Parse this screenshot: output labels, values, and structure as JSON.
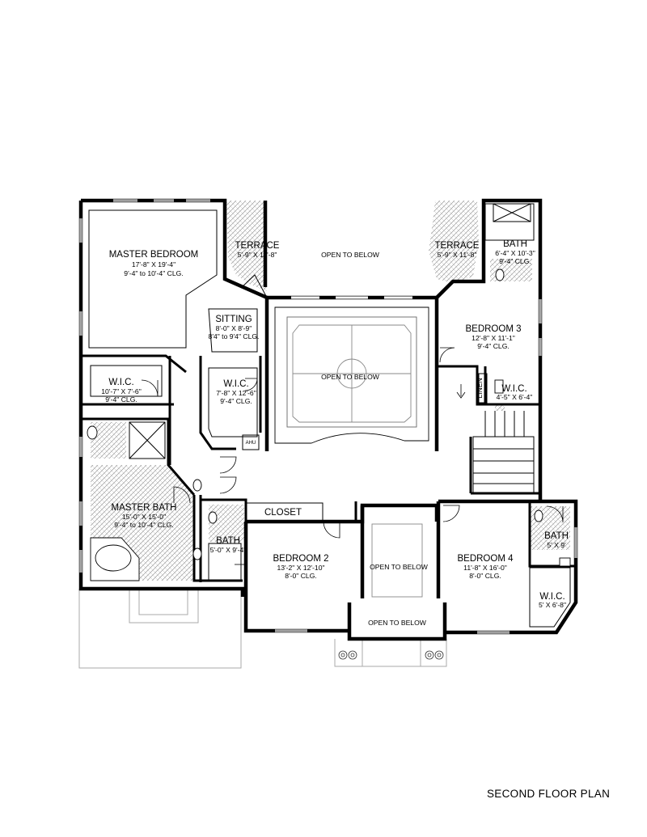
{
  "caption": "SECOND FLOOR PLAN",
  "rooms": {
    "master_bedroom": {
      "name": "MASTER BEDROOM",
      "size": "17'-8\" X 19'-4\"",
      "clg": "9'-4\" to 10'-4\" CLG."
    },
    "terrace_left": {
      "name": "TERRACE",
      "size": "5'-9\" X 11'-8\""
    },
    "open_top": {
      "name": "OPEN TO BELOW"
    },
    "terrace_right": {
      "name": "TERRACE",
      "size": "5'-9\" X 11'-8\""
    },
    "bath_top": {
      "name": "BATH",
      "size": "6'-4\" X 10'-3\"",
      "clg": "9'-4\" CLG."
    },
    "sitting": {
      "name": "SITTING",
      "size": "8'-0\" X 8'-9\"",
      "clg": "8'4\" to 9'4\" CLG."
    },
    "bedroom3": {
      "name": "BEDROOM 3",
      "size": "12'-8\" X 11'-1\"",
      "clg": "9'-4\" CLG."
    },
    "wic_left": {
      "name": "W.I.C.",
      "size": "10'-7\" X 7'-6\"",
      "clg": "9'-4\" CLG."
    },
    "wic_mid": {
      "name": "W.I.C.",
      "size": "7'-8\" X 12'-6\"",
      "clg": "9'-4\" CLG."
    },
    "open_center": {
      "name": "OPEN TO BELOW"
    },
    "linen": {
      "name": "LINEN"
    },
    "wic_right": {
      "name": "W.I.C.",
      "size": "4'-5\" X 6'-4\""
    },
    "ahu": {
      "name": "AHU"
    },
    "master_bath": {
      "name": "MASTER BATH",
      "size": "15'-0\" X 15'-0\"",
      "clg": "9'-4\" to 10'-4\" CLG."
    },
    "closet": {
      "name": "CLOSET"
    },
    "bath_left": {
      "name": "BATH",
      "size": "5'-0\" X 9'-4\""
    },
    "bedroom2": {
      "name": "BEDROOM 2",
      "size": "13'-2\" X 12'-10\"",
      "clg": "8'-0\" CLG."
    },
    "open_mid": {
      "name": "OPEN TO BELOW"
    },
    "bedroom4": {
      "name": "BEDROOM 4",
      "size": "11'-8\" X 16'-0\"",
      "clg": "8'-0\" CLG."
    },
    "bath_right": {
      "name": "BATH",
      "size": "5' X 9'"
    },
    "wic_br": {
      "name": "W.I.C.",
      "size": "5' X 6'-8\""
    },
    "open_bottom": {
      "name": "OPEN TO BELOW"
    }
  }
}
